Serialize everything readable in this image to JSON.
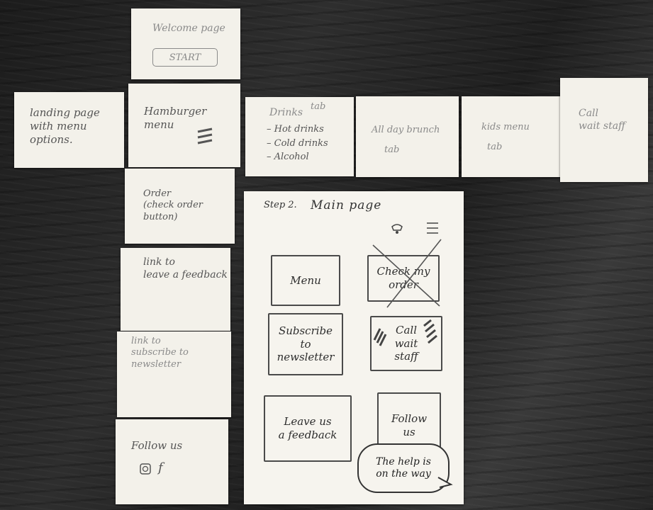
{
  "notes": {
    "welcome": {
      "title": "Welcome page",
      "button": "START"
    },
    "landing": {
      "text": "landing page\nwith menu\noptions."
    },
    "hamburger": {
      "text": "Hamburger\nmenu"
    },
    "drinks": {
      "title": "Drinks",
      "suffix": "tab",
      "items": [
        "Hot drinks",
        "Cold drinks",
        "Alcohol"
      ]
    },
    "brunch": {
      "text": "All day brunch",
      "suffix": "tab"
    },
    "kids": {
      "text": "kids menu",
      "suffix": "tab"
    },
    "call_staff": {
      "text": "Call\nwait staff"
    },
    "order": {
      "text": "Order\n(check order\nbutton)"
    },
    "feedback_link": {
      "text": "link to\nleave a feedback"
    },
    "subscribe_link": {
      "text": "link to\nsubscribe to\nnewsletter"
    },
    "follow": {
      "text": "Follow us",
      "icon_instagram": "instagram-icon",
      "icon_facebook": "f"
    }
  },
  "main_page": {
    "step": "Step 2.",
    "title": "Main page",
    "icons": [
      "bell-icon",
      "hamburger-icon"
    ],
    "buttons": {
      "menu": "Menu",
      "check_order": "Check my\norder",
      "subscribe": "Subscribe\nto\nnewsletter",
      "call_staff": "Call\nwait\nstaff",
      "feedback": "Leave us\na feedback",
      "follow": "Follow\nus"
    },
    "bubble": "The help is\non the way"
  }
}
